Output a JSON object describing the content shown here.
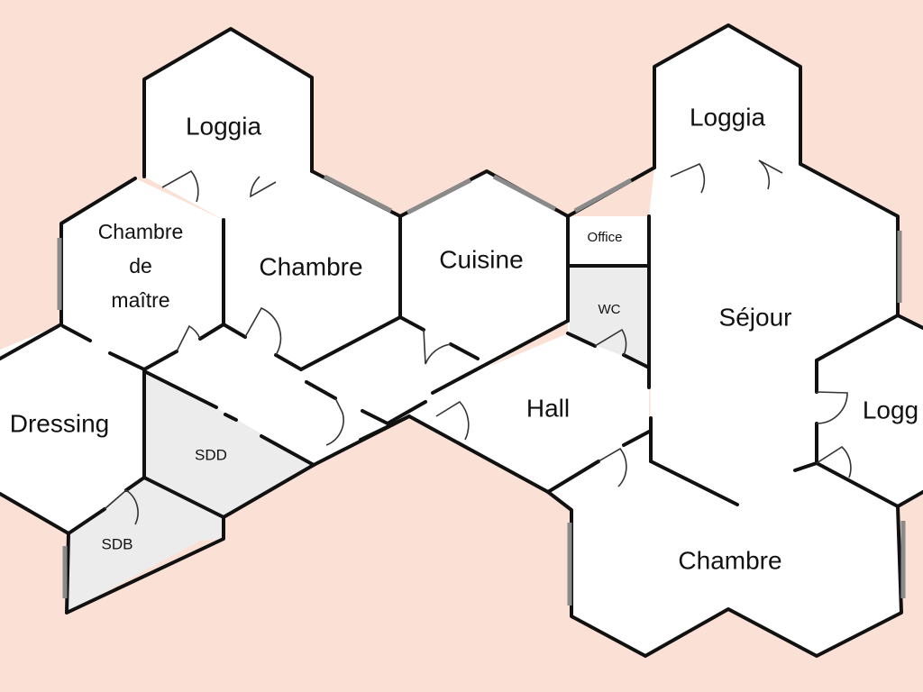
{
  "background_color": "#fbe1d5",
  "rooms": {
    "loggia_left": "Loggia",
    "chambre_maitre_line1": "Chambre",
    "chambre_maitre_line2": "de",
    "chambre_maitre_line3": "maître",
    "chambre_left": "Chambre",
    "cuisine": "Cuisine",
    "office": "Office",
    "wc": "WC",
    "loggia_right_top": "Loggia",
    "sejour": "Séjour",
    "loggia_right_side": "Logg",
    "dressing": "Dressing",
    "sdd": "SDD",
    "sdb": "SDB",
    "hall": "Hall",
    "chambre_bottom": "Chambre"
  }
}
